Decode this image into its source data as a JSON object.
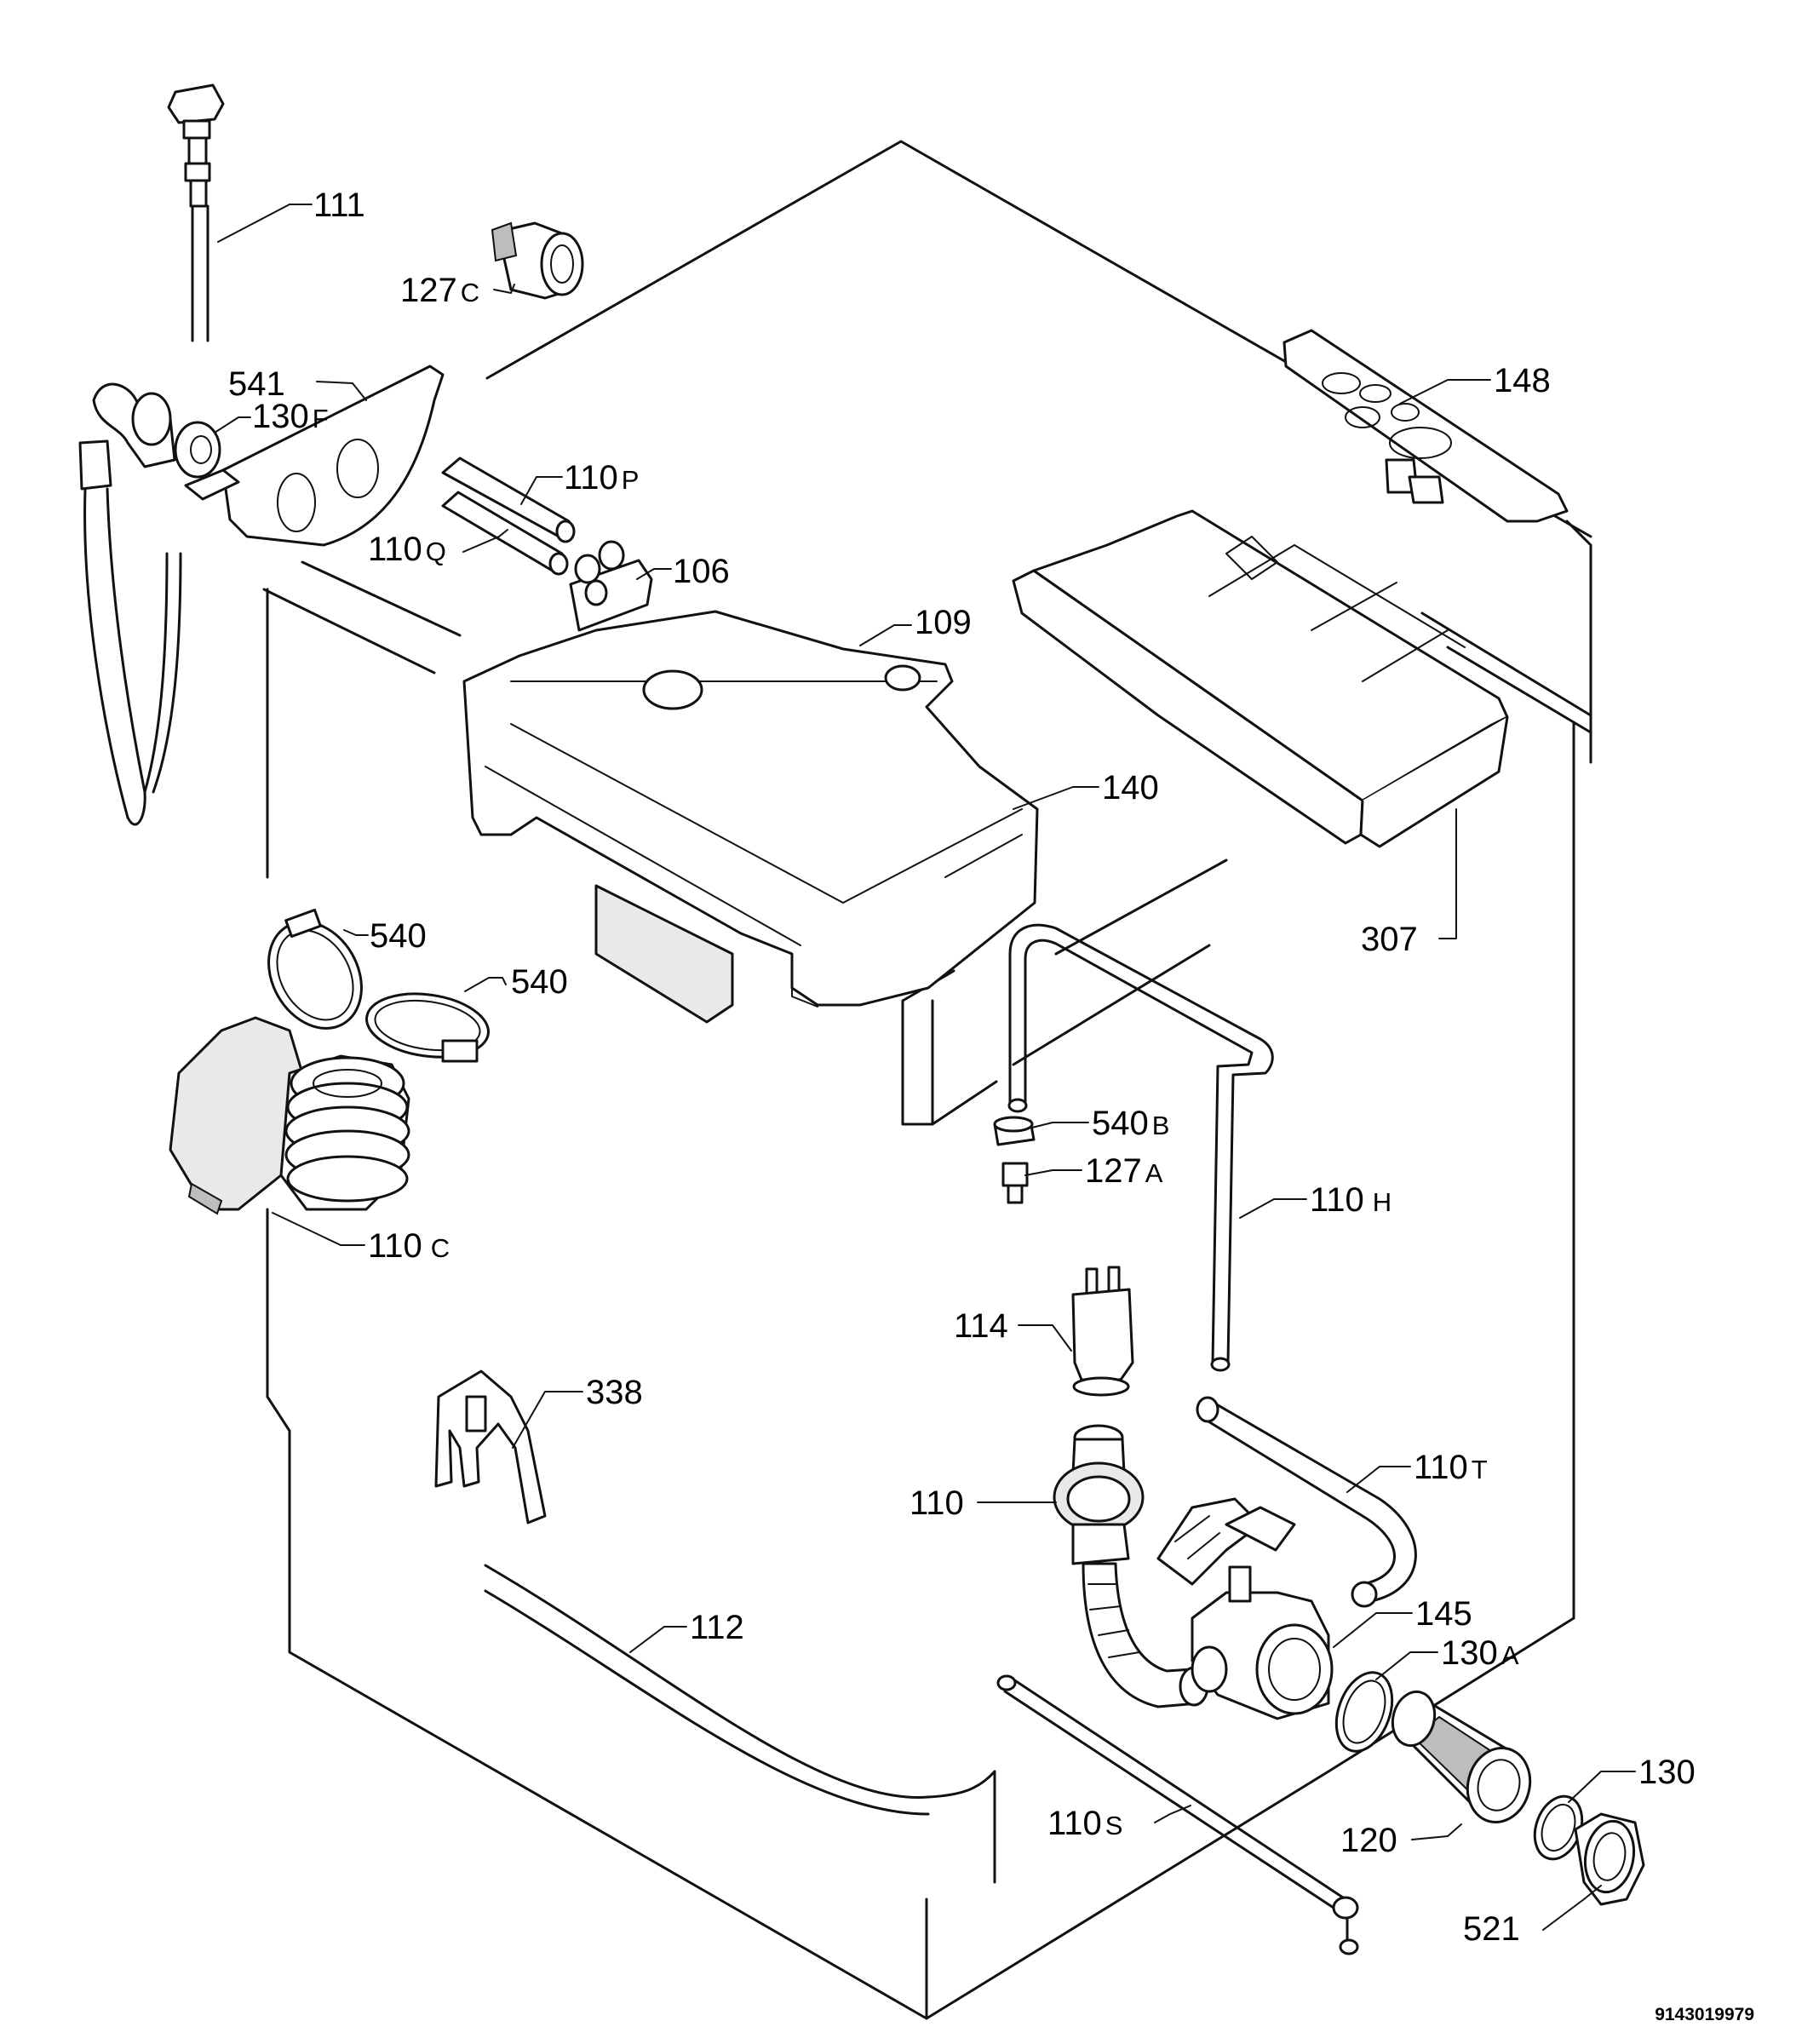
{
  "diagram_code": "9143019979",
  "labels": {
    "p111": {
      "num": "111",
      "suffix": ""
    },
    "p127c": {
      "num": "127",
      "suffix": "C"
    },
    "p541": {
      "num": "541",
      "suffix": ""
    },
    "p130f": {
      "num": "130",
      "suffix": "F"
    },
    "p110p": {
      "num": "110",
      "suffix": "P"
    },
    "p110q": {
      "num": "110",
      "suffix": "Q"
    },
    "p106": {
      "num": "106",
      "suffix": ""
    },
    "p109": {
      "num": "109",
      "suffix": ""
    },
    "p148": {
      "num": "148",
      "suffix": ""
    },
    "p140": {
      "num": "140",
      "suffix": ""
    },
    "p307": {
      "num": "307",
      "suffix": ""
    },
    "p540a": {
      "num": "540",
      "suffix": ""
    },
    "p540b": {
      "num": "540",
      "suffix": ""
    },
    "p540bb": {
      "num": "540",
      "suffix": "B"
    },
    "p127a": {
      "num": "127",
      "suffix": "A"
    },
    "p110h": {
      "num": "110",
      "suffix": "H"
    },
    "p110c": {
      "num": "110",
      "suffix": "C"
    },
    "p114": {
      "num": "114",
      "suffix": ""
    },
    "p338": {
      "num": "338",
      "suffix": ""
    },
    "p110t": {
      "num": "110",
      "suffix": "T"
    },
    "p110": {
      "num": "110",
      "suffix": ""
    },
    "p112": {
      "num": "112",
      "suffix": ""
    },
    "p145": {
      "num": "145",
      "suffix": ""
    },
    "p130a": {
      "num": "130",
      "suffix": "A"
    },
    "p130": {
      "num": "130",
      "suffix": ""
    },
    "p110s": {
      "num": "110",
      "suffix": "S"
    },
    "p120": {
      "num": "120",
      "suffix": ""
    },
    "p521": {
      "num": "521",
      "suffix": ""
    }
  }
}
